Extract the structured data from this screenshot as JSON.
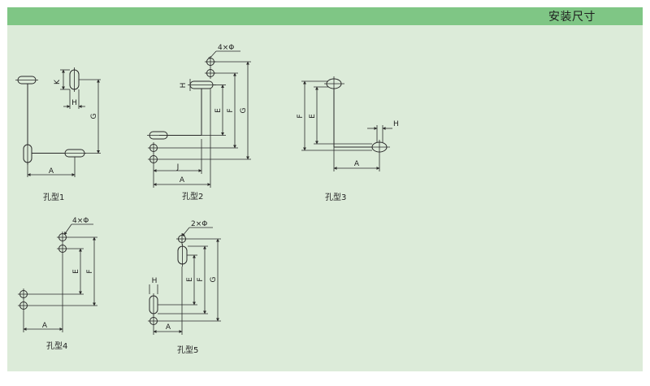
{
  "header": {
    "title": "安装尺寸"
  },
  "diagrams": [
    {
      "caption": "孔型1",
      "dims": {
        "k": "K",
        "h": "H",
        "g": "G",
        "a": "A"
      }
    },
    {
      "caption": "孔型2",
      "dims": {
        "holes": "4×Φ",
        "h": "H",
        "e": "E",
        "f": "F",
        "g": "G",
        "j": "J",
        "a": "A"
      }
    },
    {
      "caption": "孔型3",
      "dims": {
        "f": "F",
        "e": "E",
        "h": "H",
        "a": "A"
      }
    },
    {
      "caption": "孔型4",
      "dims": {
        "holes": "4×Φ",
        "e": "E",
        "f": "F",
        "a": "A"
      }
    },
    {
      "caption": "孔型5",
      "dims": {
        "holes": "2×Φ",
        "h": "H",
        "e": "E",
        "f": "F",
        "g": "G",
        "a": "A"
      }
    }
  ]
}
